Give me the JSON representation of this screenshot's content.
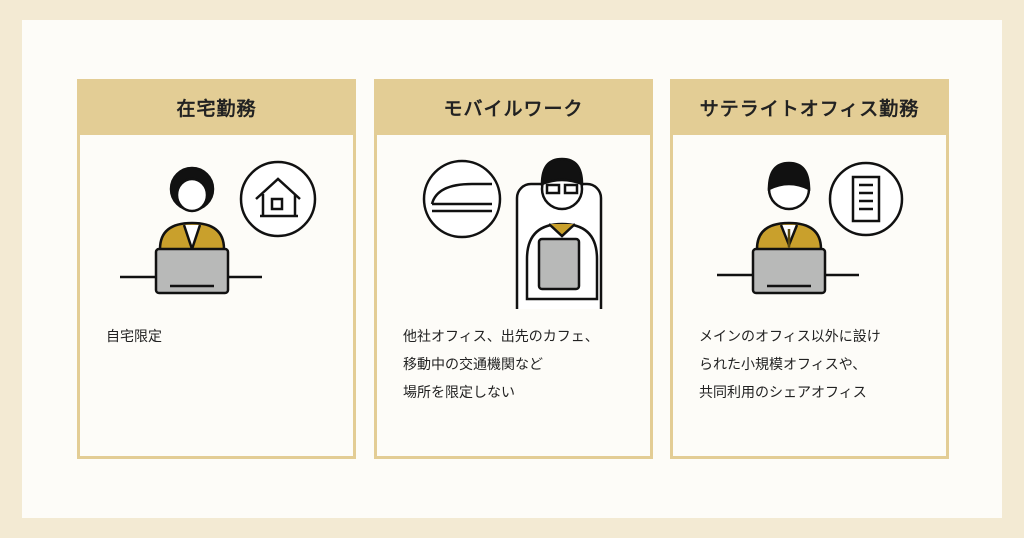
{
  "cards": [
    {
      "title": "在宅勤務",
      "description": "自宅限定"
    },
    {
      "title": "モバイルワーク",
      "description": "他社オフィス、出先のカフェ、\n移動中の交通機関など\n場所を限定しない"
    },
    {
      "title": "サテライトオフィス勤務",
      "description": "メインのオフィス以外に設け\nられた小規模オフィスや、\n共同利用のシェアオフィス"
    }
  ],
  "colors": {
    "accent": "#e3cd95",
    "jacket": "#c9a02c",
    "laptop": "#b8b9b8",
    "background": "#f3ead3"
  }
}
